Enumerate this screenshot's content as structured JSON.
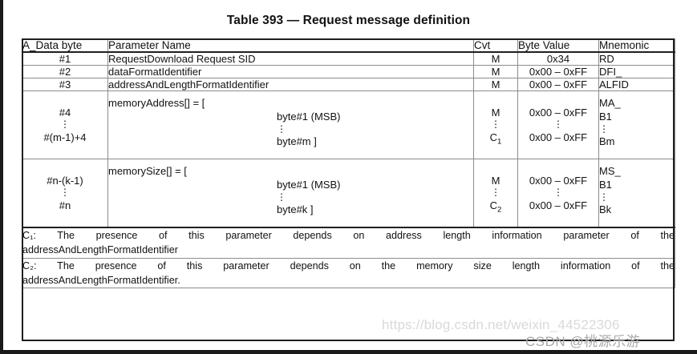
{
  "title": "Table 393 — Request message definition",
  "table": {
    "headers": {
      "byte": "A_Data byte",
      "parameter": "Parameter Name",
      "cvt": "Cvt",
      "value": "Byte Value",
      "mnemonic": "Mnemonic"
    },
    "rows": [
      {
        "byte": "#1",
        "parameter": "RequestDownload Request SID",
        "cvt": "M",
        "value": "0x34",
        "mnemonic": "RD"
      },
      {
        "byte": "#2",
        "parameter": "dataFormatIdentifier",
        "cvt": "M",
        "value": "0x00 – 0xFF",
        "mnemonic": "DFI_"
      },
      {
        "byte": "#3",
        "parameter": "addressAndLengthFormatIdentifier",
        "cvt": "M",
        "value": "0x00 – 0xFF",
        "mnemonic": "ALFID"
      }
    ],
    "memory_address_row": {
      "byte_first": "#4",
      "byte_dots": "⋮",
      "byte_last": "#(m-1)+4",
      "param_lead": "memoryAddress[] = [",
      "param_first": "byte#1 (MSB)",
      "param_dots": "⋮",
      "param_last": "byte#m ]",
      "cvt_first": "M",
      "cvt_dots": "⋮",
      "cvt_last": "C",
      "cvt_last_sub": "1",
      "value_first": "0x00 – 0xFF",
      "value_dots": "⋮",
      "value_last": "0x00 – 0xFF",
      "mnem_line1": "MA_",
      "mnem_line2": "B1",
      "mnem_dots": "⋮",
      "mnem_line4": "Bm"
    },
    "memory_size_row": {
      "byte_first": "#n-(k-1)",
      "byte_dots": "⋮",
      "byte_last": "#n",
      "param_lead": "memorySize[] = [",
      "param_first": "byte#1 (MSB)",
      "param_dots": "⋮",
      "param_last": "byte#k ]",
      "cvt_first": "M",
      "cvt_dots": "⋮",
      "cvt_last": "C",
      "cvt_last_sub": "2",
      "value_first": "0x00 – 0xFF",
      "value_dots": "⋮",
      "value_last": "0x00 – 0xFF",
      "mnem_line1": "MS_",
      "mnem_line2": "B1",
      "mnem_dots": "⋮",
      "mnem_line4": "Bk"
    },
    "footnotes": [
      {
        "label": "C",
        "label_sub": "1",
        "line1": "C₁: The presence of this parameter depends on address length information parameter of the",
        "line2": "addressAndLengthFormatIdentifier"
      },
      {
        "label": "C",
        "label_sub": "2",
        "line1": "C₂: The presence of this parameter depends on the memory size length information of the",
        "line2": "addressAndLengthFormatIdentifier."
      }
    ]
  },
  "watermarks": {
    "url": "https://blog.csdn.net/weixin_44522306",
    "author": "CSDN @桃源乐游"
  }
}
